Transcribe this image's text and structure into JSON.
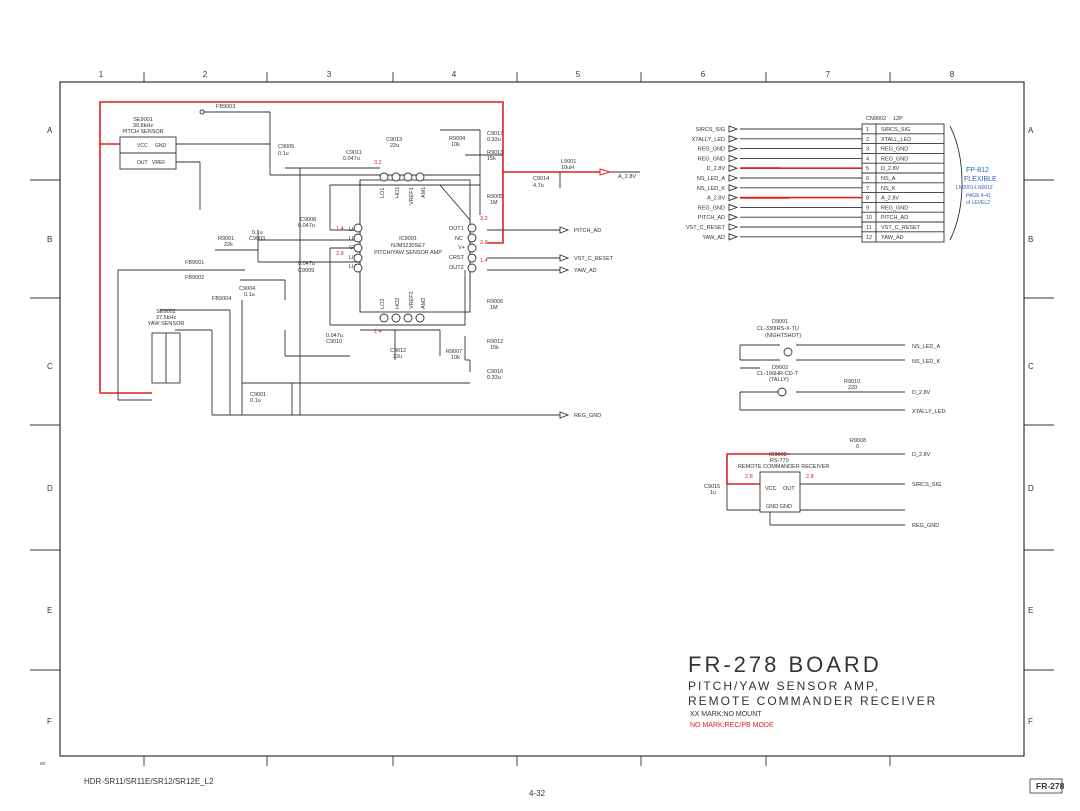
{
  "columns": [
    "1",
    "2",
    "3",
    "4",
    "5",
    "6",
    "7",
    "8"
  ],
  "rows": [
    "A",
    "B",
    "C",
    "D",
    "E",
    "F"
  ],
  "board": {
    "title": "FR-278 BOARD",
    "subtitle1": "PITCH/YAW SENSOR AMP,",
    "subtitle2": "REMOTE COMMANDER RECEIVER",
    "note1": "XX MARK:NO MOUNT",
    "note2": "NO MARK:REC/PB MODE"
  },
  "footer": {
    "model": "HDR-SR11/SR11E/SR12/SR12E_L2",
    "page": "4-32",
    "code": "FR-278",
    "corner": "08"
  },
  "components": {
    "fb9003": "FB9003",
    "se9001": "SE9001",
    "se9001_freq": "30.8kHz",
    "se9001_name": "PITCH SENSOR",
    "vcc": "VCC",
    "gnd": "GND",
    "out": "OUT",
    "vref": "VREF",
    "c9005": "C9005",
    "c9005_v": "0.1u",
    "c9011": "C9011",
    "c9011_v": "0.047u",
    "c9013": "C9013",
    "c9013_v": "22u",
    "r9004": "R9004",
    "r9004_v": "10k",
    "c9017": "C9017",
    "c9017_v": "0.33u",
    "r9013": "R9013",
    "r9013_v": "15k",
    "l9001": "L9001",
    "l9001_v": "10uH",
    "c9014": "C9014",
    "c9014_v": "4.7u",
    "a28v": "A_2.8V",
    "r9005": "R9005",
    "r9005_v": "1M",
    "c9008": "C9008",
    "c9008_v": "0.047u",
    "r9001": "R9001",
    "r9001_v": "22k",
    "c9003": "C9003",
    "c9003_v": "0.1u",
    "fb9001": "FB9001",
    "fb9002": "FB9002",
    "c9009": "C9009",
    "c9009_v": "0.047u",
    "c9004": "C9004",
    "c9004_v": "0.1u",
    "fb9004": "FB9004",
    "ic9001": "IC9001",
    "ic9001_part": "NJM3230SE7",
    "ic9001_name": "PITCH/YAW SENSOR AMP",
    "pins_left": [
      "LIA1",
      "LIB1",
      "GND",
      "LIB2",
      "LIA2"
    ],
    "pins_right": [
      "OUT1",
      "NC",
      "V+",
      "CRST",
      "OUT2"
    ],
    "pins_top": [
      "LO1",
      "HO1",
      "VREF1",
      "AM1"
    ],
    "pins_bottom": [
      "LO2",
      "HO2",
      "VREF2",
      "AM2"
    ],
    "pitch_ad": "PITCH_AD",
    "vst_c_reset": "VST_C_RESET",
    "yaw_ad": "YAW_AD",
    "r9006": "R9006",
    "r9006_v": "1M",
    "se9002": "SE9002",
    "se9002_freq": "37.5kHz",
    "se9002_name": "YAW SENSOR",
    "c9010": "C9010",
    "c9010_v": "0.047u",
    "c9012": "C9012",
    "c9012_v": "22u",
    "r9012": "R9012",
    "r9012_v": "15k",
    "r9007": "R9007",
    "r9007_v": "10k",
    "c9016": "C9016",
    "c9016_v": "0.33u",
    "c9001": "C9001",
    "c9001_v": "0.1u",
    "reg_gnd": "REG_GND",
    "volt_32": "3.2",
    "volt_28": "2.8",
    "volt_14": "1.4",
    "v_14": "1.4",
    "v_28": "2.8",
    "v_32": "3.2",
    "v_dash": "1.4"
  },
  "connector": {
    "name": "CN9002",
    "type": "12P",
    "left_labels": [
      "SIRCS_SIG",
      "XTALLY_LED",
      "REG_GND",
      "REG_GND",
      "D_2.8V",
      "NS_LED_A",
      "NS_LED_K",
      "A_2.8V",
      "REG_GND",
      "PITCH_AD",
      "VST_C_RESET",
      "YAW_AD"
    ],
    "pins": [
      {
        "num": "1",
        "label": "SIRCS_SIG"
      },
      {
        "num": "2",
        "label": "XTALL_LED"
      },
      {
        "num": "3",
        "label": "REG_GND"
      },
      {
        "num": "4",
        "label": "REG_GND"
      },
      {
        "num": "5",
        "label": "D_2.8V"
      },
      {
        "num": "6",
        "label": "NS_A"
      },
      {
        "num": "7",
        "label": "NS_K"
      },
      {
        "num": "8",
        "label": "A_2.8V"
      },
      {
        "num": "9",
        "label": "REG_GND"
      },
      {
        "num": "10",
        "label": "PITCH_AD"
      },
      {
        "num": "11",
        "label": "VST_C_RESET"
      },
      {
        "num": "12",
        "label": "YAW_AD"
      }
    ],
    "flex_name": "FP-812",
    "flex_type": "FLEXIBLE",
    "flex_ref": "LN0001-LN0012",
    "flex_page": "PAGE 4-41",
    "flex_level": "of LEVEL2"
  },
  "leds": {
    "d9001": "D9001",
    "d9001_part": "CL-330IRS-X-TU",
    "d9001_name": "(NIGHTSHOT)",
    "ns_led_a": "NS_LED_A",
    "ns_led_k": "NS_LED_K",
    "d9002": "D9002",
    "d9002_part": "CL-196HR-CD-T",
    "d9002_name": "(TALLY)",
    "r9010": "R9010",
    "r9010_v": "220",
    "d28v": "D_2.8V",
    "xtally_led": "XTALLY_LED"
  },
  "receiver": {
    "r9008": "R9008",
    "r9008_v": "0",
    "d28v": "D_2.8V",
    "ic9002": "IC9002",
    "ic9002_part": "RS-770",
    "ic9002_name": "REMOTE COMMANDER RECEIVER",
    "vcc": "VCC",
    "out": "OUT",
    "gnd": "GND GND",
    "c9015": "C9015",
    "c9015_v": "1u",
    "sircs_sig": "SIRCS_SIG",
    "reg_gnd": "REG_GND",
    "v_in": "2.8",
    "v_out": "2.8"
  }
}
